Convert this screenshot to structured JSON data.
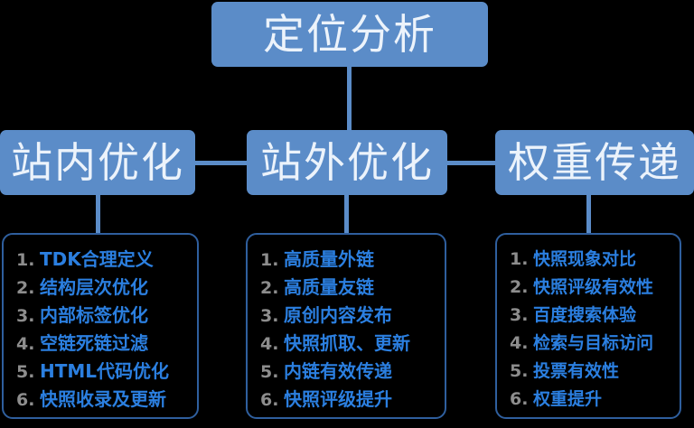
{
  "diagram": {
    "root": {
      "label": "定位分析"
    },
    "branches": [
      {
        "id": "on-site",
        "label": "站内优化",
        "items": [
          {
            "num": "1.",
            "text": "TDK合理定义"
          },
          {
            "num": "2.",
            "text": "结构层次优化"
          },
          {
            "num": "3.",
            "text": "内部标签优化"
          },
          {
            "num": "4.",
            "text": "空链死链过滤"
          },
          {
            "num": "5.",
            "text": "HTML代码优化"
          },
          {
            "num": "6.",
            "text": "快照收录及更新"
          }
        ]
      },
      {
        "id": "off-site",
        "label": "站外优化",
        "items": [
          {
            "num": "1.",
            "text": "高质量外链"
          },
          {
            "num": "2.",
            "text": "高质量友链"
          },
          {
            "num": "3.",
            "text": "原创内容发布"
          },
          {
            "num": "4.",
            "text": "快照抓取、更新"
          },
          {
            "num": "5.",
            "text": "内链有效传递"
          },
          {
            "num": "6.",
            "text": "快照评级提升"
          }
        ]
      },
      {
        "id": "weight-transfer",
        "label": "权重传递",
        "items": [
          {
            "num": "1.",
            "text": "快照现象对比"
          },
          {
            "num": "2.",
            "text": "快照评级有效性"
          },
          {
            "num": "3.",
            "text": "百度搜索体验"
          },
          {
            "num": "4.",
            "text": "检索与目标访问"
          },
          {
            "num": "5.",
            "text": "投票有效性"
          },
          {
            "num": "6.",
            "text": "权重提升"
          }
        ]
      }
    ]
  },
  "colors": {
    "background": "#000000",
    "node_fill": "#5b8cc8",
    "node_text": "#ecf3fb",
    "connector": "#5b8cc8",
    "panel_border": "#2f5f9e",
    "item_number": "#8d8d8d",
    "item_text": "#2b7fe0"
  }
}
